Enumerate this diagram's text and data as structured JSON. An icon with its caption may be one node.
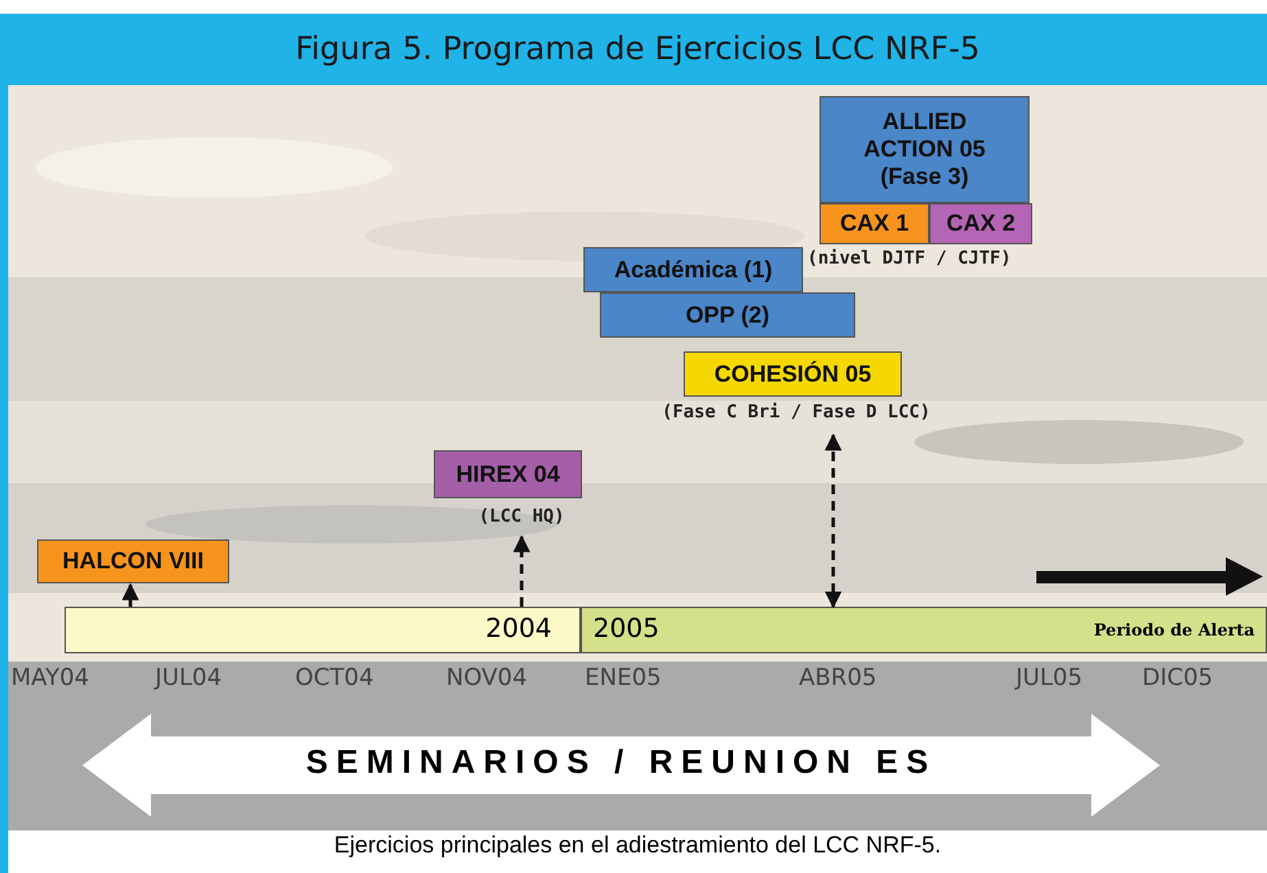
{
  "diagram": {
    "title": "Figura 5. Programa de Ejercicios LCC NRF-5",
    "caption": "Ejercicios principales en el adiestramiento del LCC NRF-5.",
    "nodes": [
      {
        "text": [
          "ALLIED ACTION 05 (Fase 3)"
        ]
      },
      {
        "text": [
          "CAX 1"
        ]
      },
      {
        "text": [
          "CAX 2"
        ]
      },
      {
        "text": [
          "Académica (1)"
        ]
      },
      {
        "text": [
          "OPP (2)"
        ]
      },
      {
        "text": [
          "COHESIÓN 05"
        ],
        "beside": [
          "(Fase C Bri / Fase D LCC)"
        ]
      },
      {
        "text": [
          "HIREX 04"
        ],
        "beside": [
          "(LCC HQ)"
        ]
      },
      {
        "text": [
          "HALCON VIII"
        ]
      },
      {
        "text": [
          "2004"
        ]
      },
      {
        "text": [
          "2005",
          "Periodo de Alerta"
        ]
      },
      {
        "text": [
          "SEMINARIOS / REUNION ES"
        ]
      }
    ],
    "edges": [
      {
        "from": 8,
        "to": 7,
        "arrow": "to"
      },
      {
        "from": 8,
        "to": 6,
        "arrow": "to",
        "style": "dashed"
      },
      {
        "from": 5,
        "to": 9,
        "arrow": "both",
        "style": "dashed"
      }
    ],
    "labels": [
      "(nivel DJTF / CJTF)",
      "MAY04",
      "JUL04",
      "OCT04",
      "NOV04",
      "ENE05",
      "ABR05",
      "JUL05",
      "DIC05"
    ]
  }
}
